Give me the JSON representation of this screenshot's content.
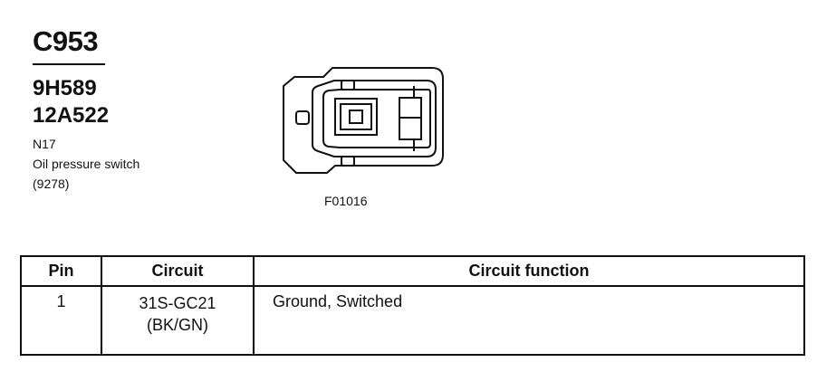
{
  "connector": {
    "id": "C953",
    "part_numbers": [
      "9H589",
      "12A522"
    ],
    "location_code": "N17",
    "description": "Oil pressure switch",
    "component_number": "(9278)"
  },
  "figure": {
    "label": "F01016"
  },
  "table": {
    "headers": {
      "pin": "Pin",
      "circuit": "Circuit",
      "function": "Circuit function"
    },
    "rows": [
      {
        "pin": "1",
        "circuit": "31S-GC21",
        "color": "(BK/GN)",
        "function": "Ground, Switched"
      }
    ]
  }
}
